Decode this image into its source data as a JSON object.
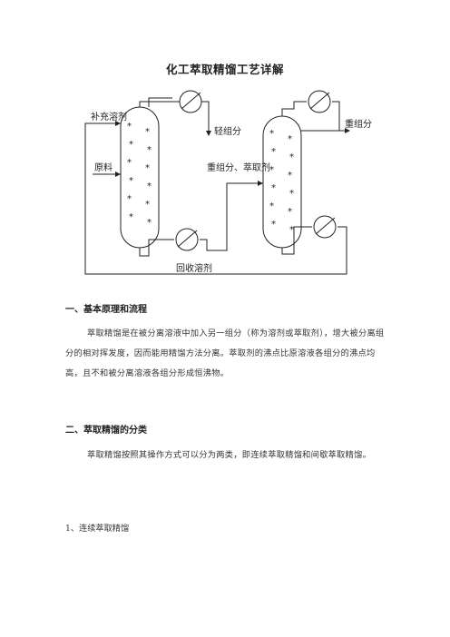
{
  "document": {
    "title": "化工萃取精馏工艺详解"
  },
  "diagram": {
    "labels": {
      "solvent_feed": "补充溶剂",
      "light_component": "轻组分",
      "feed": "原料",
      "heavy_and_solvent": "重组分、萃取剂",
      "heavy_component": "重组分",
      "recycle_solvent": "回收溶剂"
    }
  },
  "sections": [
    {
      "heading": "一、基本原理和流程",
      "body": "萃取精馏是在被分离溶液中加入另一组分（称为溶剂或萃取剂），增大被分离组分的相对挥发度，因而能用精馏方法分离。萃取剂的沸点比原溶液各组分的沸点均高，且不和被分离溶液各组分形成恒沸物。"
    },
    {
      "heading": "二、萃取精馏的分类",
      "body": "萃取精馏按照其操作方式可以分为两类，即连续萃取精馏和间歇萃取精馏。"
    }
  ],
  "subsection": {
    "label": "1、连续萃取精馏"
  }
}
